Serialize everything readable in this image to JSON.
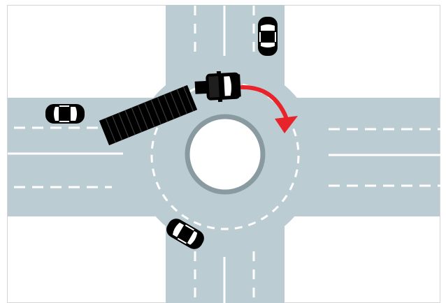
{
  "diagram": {
    "kind": "roundabout-illustration",
    "labels": []
  },
  "colors": {
    "background": "#ffffff",
    "road": "#bcccd3",
    "lane_marking": "#ffffff",
    "island_ring": "#8a9aa1",
    "island_fill": "#ffffff",
    "vehicle": "#000000",
    "arrow": "#e8242a",
    "frame": "#d4d4d4"
  },
  "elements": {
    "roundabout": "circular-intersection",
    "central_island": "raised-center",
    "truck": "semi-truck-with-trailer",
    "cars": [
      "car-north-road",
      "car-west-road",
      "car-southwest-entry"
    ],
    "arrow": "right-turn-arrow"
  }
}
